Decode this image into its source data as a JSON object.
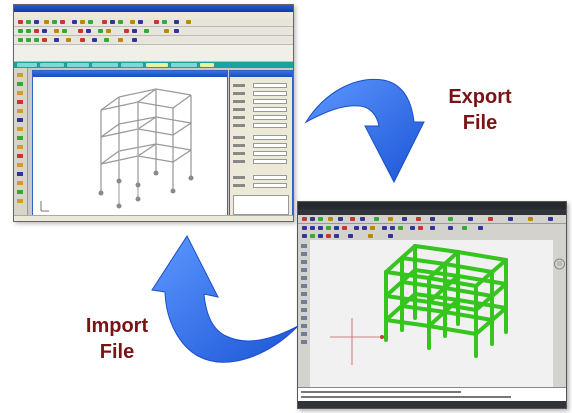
{
  "diagram": {
    "export_label": {
      "line1": "Export",
      "line2": "File"
    },
    "import_label": {
      "line1": "Import",
      "line2": "File"
    },
    "colors": {
      "label_text": "#7a1414",
      "arrow_fill": "#2a6ae6",
      "frame_green": "#36c41e",
      "frame_gray": "#9a9a9a"
    }
  },
  "screenshots": {
    "left": {
      "description_app": "structural-analysis",
      "theme": "classic-gray"
    },
    "right": {
      "description_app": "cad",
      "theme": "dark"
    }
  }
}
